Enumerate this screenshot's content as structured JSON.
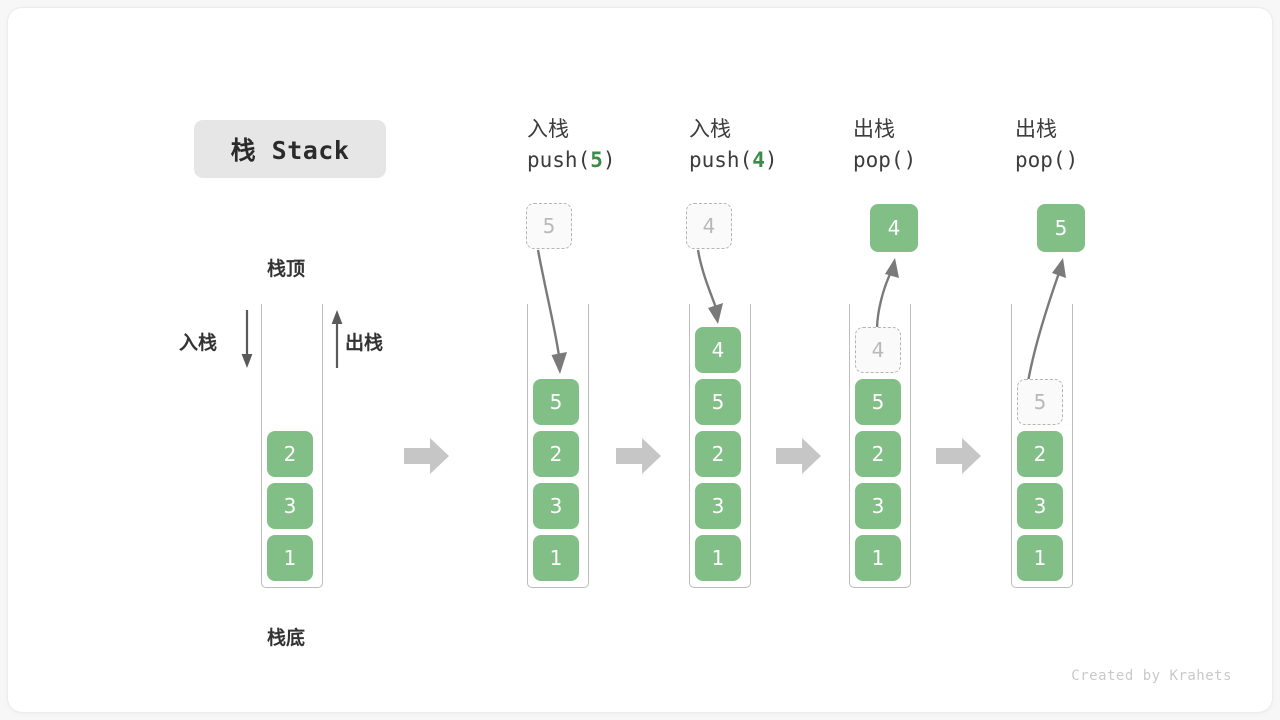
{
  "title_badge": "栈 Stack",
  "labels": {
    "top": "栈顶",
    "bottom": "栈底",
    "push": "入栈",
    "pop": "出栈"
  },
  "credit": "Created by Krahets",
  "colors": {
    "cell_fill": "#82bf86",
    "cell_text": "#ffffff",
    "ghost_fill": "#fafafa",
    "ghost_border": "#b5b5b5",
    "ghost_text": "#b9b9b9",
    "accent_green": "#3c8c47",
    "arrow_gray": "#5a5a5a",
    "block_arrow_gray": "#c6c6c6",
    "badge_bg": "#e6e6e6",
    "container_border": "#bdbdbd"
  },
  "columns": [
    {
      "id": "initial",
      "header_line1": "",
      "header_line2": "",
      "header_arg": "",
      "stack": [
        "2",
        "3",
        "1"
      ],
      "floating": null,
      "ghost_in_stack": null,
      "ghost_above": null
    },
    {
      "id": "push-5",
      "header_line1": "入栈",
      "header_line2_prefix": "push(",
      "header_arg": "5",
      "header_line2_suffix": ")",
      "stack": [
        "5",
        "2",
        "3",
        "1"
      ],
      "ghost_above": "5",
      "motion": "down"
    },
    {
      "id": "push-4",
      "header_line1": "入栈",
      "header_line2_prefix": "push(",
      "header_arg": "4",
      "header_line2_suffix": ")",
      "stack": [
        "4",
        "5",
        "2",
        "3",
        "1"
      ],
      "ghost_above": "4",
      "motion": "down"
    },
    {
      "id": "pop-1",
      "header_line1": "出栈",
      "header_line2_prefix": "pop(",
      "header_arg": "",
      "header_line2_suffix": ")",
      "stack": [
        "5",
        "2",
        "3",
        "1"
      ],
      "ghost_in_stack": "4",
      "floating": "4",
      "motion": "up"
    },
    {
      "id": "pop-2",
      "header_line1": "出栈",
      "header_line2_prefix": "pop(",
      "header_arg": "",
      "header_line2_suffix": ")",
      "stack": [
        "2",
        "3",
        "1"
      ],
      "ghost_in_stack": "5",
      "floating": "5",
      "motion": "up"
    }
  ]
}
